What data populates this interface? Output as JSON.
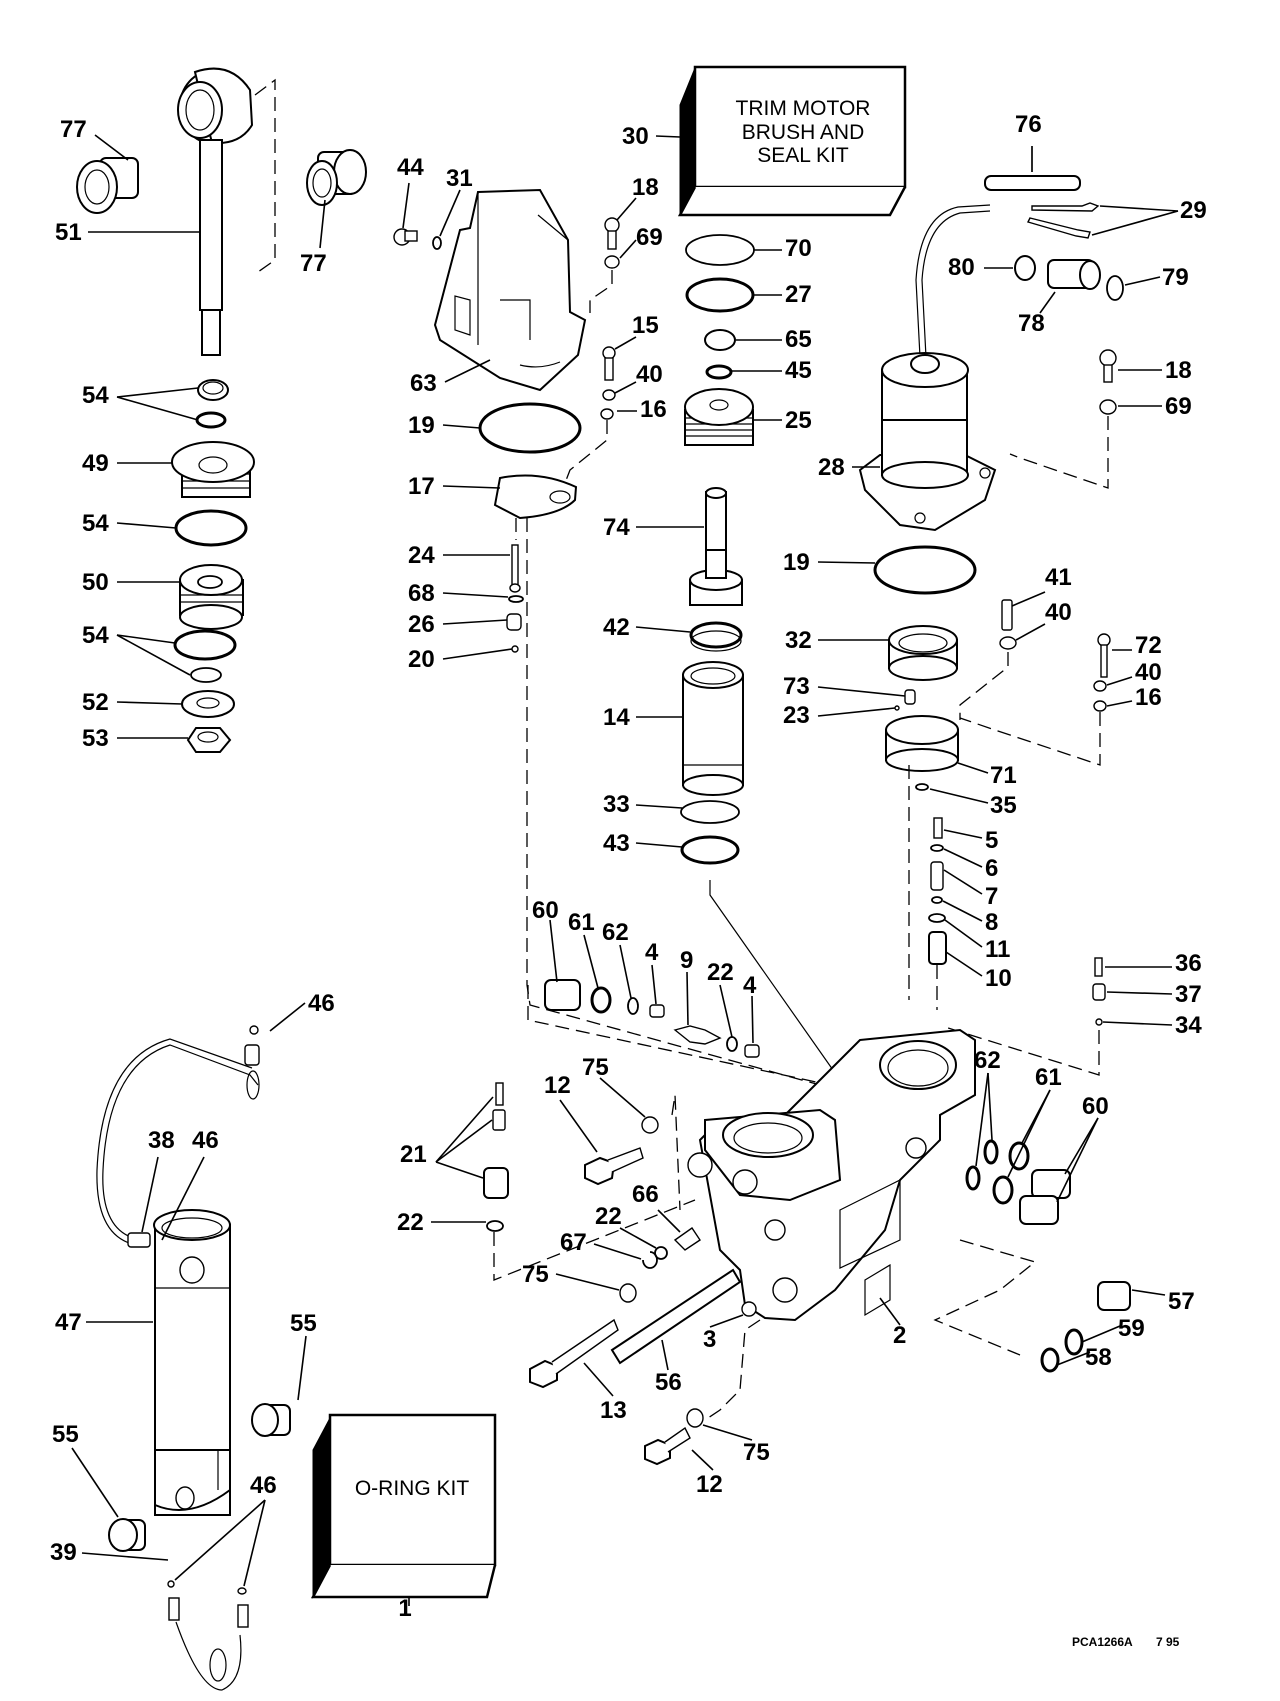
{
  "diagram": {
    "title": "Power Trim/Tilt Hydraulic Assembly - Exploded Parts View",
    "footer_code": "PCA1266A",
    "footer_date": "7 95",
    "kits": {
      "trim_motor_kit": {
        "line1": "TRIM MOTOR",
        "line2": "BRUSH AND",
        "line3": "SEAL KIT",
        "ref": "30"
      },
      "oring_kit": {
        "label": "O-RING KIT",
        "ref": "1"
      }
    },
    "callouts": {
      "c77a": "77",
      "c51": "51",
      "c77b": "77",
      "c54a": "54",
      "c49": "49",
      "c54b": "54",
      "c50": "50",
      "c54c": "54",
      "c52": "52",
      "c53": "53",
      "c44": "44",
      "c31": "31",
      "c63": "63",
      "c19a": "19",
      "c17": "17",
      "c24": "24",
      "c68": "68",
      "c26": "26",
      "c20": "20",
      "c30": "30",
      "c18a": "18",
      "c69a": "69",
      "c15": "15",
      "c40a": "40",
      "c16a": "16",
      "c70": "70",
      "c27": "27",
      "c65": "65",
      "c45": "45",
      "c25": "25",
      "c74": "74",
      "c42": "42",
      "c14": "14",
      "c33": "33",
      "c43": "43",
      "c76": "76",
      "c29": "29",
      "c80": "80",
      "c79": "79",
      "c78": "78",
      "c18b": "18",
      "c69b": "69",
      "c28": "28",
      "c19b": "19",
      "c41": "41",
      "c40b": "40",
      "c32": "32",
      "c72": "72",
      "c40c": "40",
      "c16b": "16",
      "c73": "73",
      "c23": "23",
      "c71": "71",
      "c35": "35",
      "c5": "5",
      "c6": "6",
      "c7": "7",
      "c8": "8",
      "c11": "11",
      "c10": "10",
      "c36": "36",
      "c37": "37",
      "c34": "34",
      "c60a": "60",
      "c61a": "61",
      "c62a": "62",
      "c4a": "4",
      "c9": "9",
      "c22a": "22",
      "c4b": "4",
      "c46a": "46",
      "c38": "38",
      "c46b": "46",
      "c21": "21",
      "c22b": "22",
      "c75a": "75",
      "c12a": "12",
      "c66": "66",
      "c22c": "22",
      "c67": "67",
      "c75b": "75",
      "c62b": "62",
      "c61b": "61",
      "c60b": "60",
      "c47": "47",
      "c55a": "55",
      "c55b": "55",
      "c39": "39",
      "c46c": "46",
      "c1": "1",
      "c13": "13",
      "c56": "56",
      "c3": "3",
      "c2": "2",
      "c12b": "12",
      "c75c": "75",
      "c57": "57",
      "c59": "59",
      "c58": "58"
    }
  }
}
